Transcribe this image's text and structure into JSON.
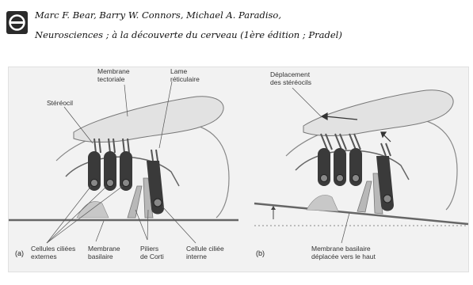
{
  "header": {
    "logo_icon": "book-publisher-logo-icon",
    "citation_line1": "Marc F. Bear, Barry W. Connors, Michael A. Paradiso,",
    "citation_line2": "Neurosciences ; à la découverte du cerveau (1ère édition ; Pradel)"
  },
  "panel_a": {
    "tag": "(a)",
    "labels": {
      "stereocil": "Stéréocil",
      "membrane_tectoriale_1": "Membrane",
      "membrane_tectoriale_2": "tectoriale",
      "lame_reticulaire_1": "Lame",
      "lame_reticulaire_2": "réticulaire",
      "cellules_ext_1": "Cellules ciliées",
      "cellules_ext_2": "externes",
      "membrane_basilaire_1": "Membrane",
      "membrane_basilaire_2": "basilaire",
      "piliers_1": "Piliers",
      "piliers_2": "de Corti",
      "cellule_int_1": "Cellule ciliée",
      "cellule_int_2": "interne"
    }
  },
  "panel_b": {
    "tag": "(b)",
    "labels": {
      "deplacement_1": "Déplacement",
      "deplacement_2": "des stéréocils",
      "membrane_deplacee_1": "Membrane basilaire",
      "membrane_deplacee_2": "déplacée vers le haut"
    }
  }
}
